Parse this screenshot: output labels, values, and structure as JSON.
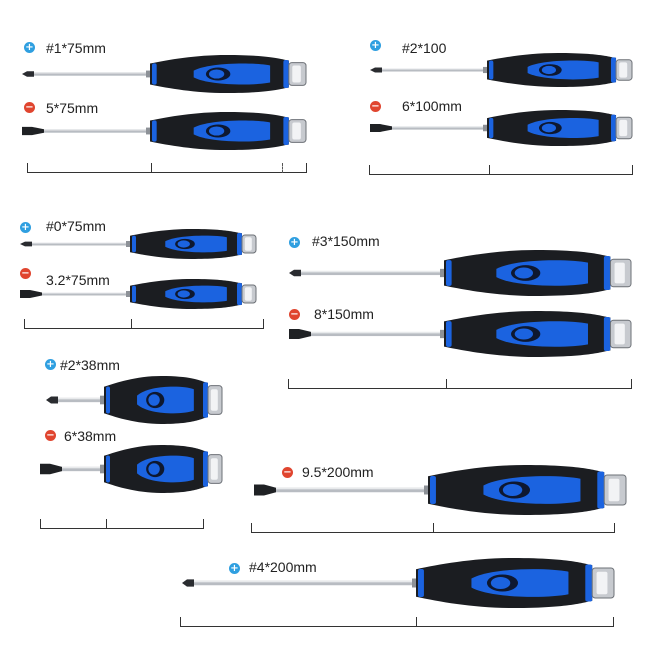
{
  "tools": [
    {
      "label": "#1*75mm",
      "type": "phillips",
      "sign": "plus"
    },
    {
      "label": "5*75mm",
      "type": "slotted",
      "sign": "minus"
    },
    {
      "label": "#2*100",
      "type": "phillips",
      "sign": "plus"
    },
    {
      "label": "6*100mm",
      "type": "slotted",
      "sign": "minus"
    },
    {
      "label": "#0*75mm",
      "type": "phillips",
      "sign": "plus"
    },
    {
      "label": "3.2*75mm",
      "type": "slotted",
      "sign": "minus"
    },
    {
      "label": "#3*150mm",
      "type": "phillips",
      "sign": "plus"
    },
    {
      "label": "8*150mm",
      "type": "slotted",
      "sign": "minus"
    },
    {
      "label": "#2*38mm",
      "type": "phillips",
      "sign": "plus"
    },
    {
      "label": "6*38mm",
      "type": "slotted",
      "sign": "minus"
    },
    {
      "label": "9.5*200mm",
      "type": "slotted",
      "sign": "minus"
    },
    {
      "label": "#4*200mm",
      "type": "phillips",
      "sign": "plus"
    }
  ],
  "icons": {
    "plus": "plus-icon",
    "minus": "minus-icon"
  },
  "colors": {
    "handle_dark": "#1b1d21",
    "handle_blue": "#1b63e0",
    "shaft": "#b8bcc2",
    "plus": "#2f9fe0",
    "minus": "#e0452f"
  }
}
